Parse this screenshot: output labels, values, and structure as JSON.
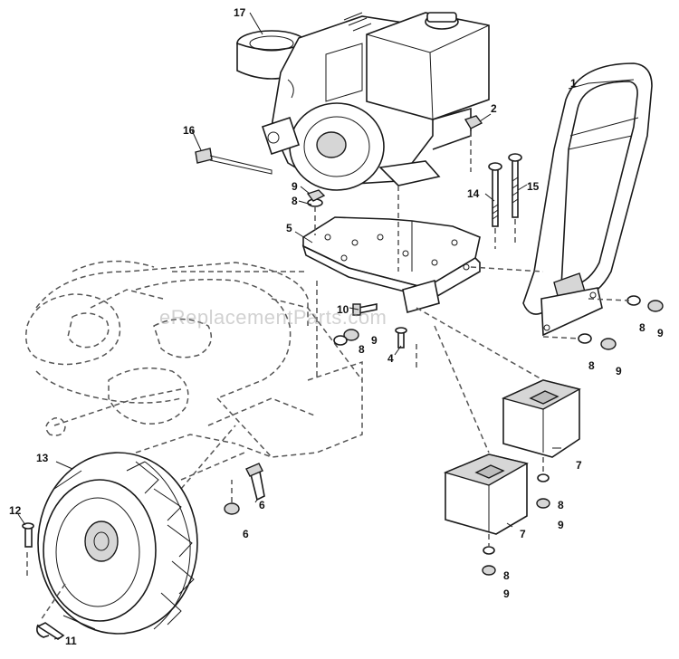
{
  "watermark": "eReplacementParts.com",
  "callouts": [
    {
      "id": "c1",
      "label": "1",
      "part": "handle"
    },
    {
      "id": "c2",
      "label": "2",
      "part": "nut"
    },
    {
      "id": "c4",
      "label": "4",
      "part": "bolt"
    },
    {
      "id": "c5",
      "label": "5",
      "part": "engine-mount-plate"
    },
    {
      "id": "c6a",
      "label": "6",
      "part": "bolt"
    },
    {
      "id": "c6b",
      "label": "6",
      "part": "nut"
    },
    {
      "id": "c7a",
      "label": "7",
      "part": "weight-block"
    },
    {
      "id": "c7b",
      "label": "7",
      "part": "weight-block"
    },
    {
      "id": "c8a",
      "label": "8",
      "part": "washer"
    },
    {
      "id": "c8b",
      "label": "8",
      "part": "washer"
    },
    {
      "id": "c8c",
      "label": "8",
      "part": "washer"
    },
    {
      "id": "c8d",
      "label": "8",
      "part": "washer"
    },
    {
      "id": "c8e",
      "label": "8",
      "part": "washer"
    },
    {
      "id": "c8f",
      "label": "8",
      "part": "washer"
    },
    {
      "id": "c9a",
      "label": "9",
      "part": "nut"
    },
    {
      "id": "c9b",
      "label": "9",
      "part": "nut"
    },
    {
      "id": "c9c",
      "label": "9",
      "part": "nut"
    },
    {
      "id": "c9d",
      "label": "9",
      "part": "nut"
    },
    {
      "id": "c9e",
      "label": "9",
      "part": "nut"
    },
    {
      "id": "c9f",
      "label": "9",
      "part": "nut"
    },
    {
      "id": "c10",
      "label": "10",
      "part": "bolt"
    },
    {
      "id": "c11",
      "label": "11",
      "part": "hitch-pin"
    },
    {
      "id": "c12",
      "label": "12",
      "part": "pin"
    },
    {
      "id": "c13",
      "label": "13",
      "part": "wheel"
    },
    {
      "id": "c14",
      "label": "14",
      "part": "bolt"
    },
    {
      "id": "c15",
      "label": "15",
      "part": "bolt"
    },
    {
      "id": "c16",
      "label": "16",
      "part": "cable-tie"
    },
    {
      "id": "c17",
      "label": "17",
      "part": "engine"
    }
  ]
}
